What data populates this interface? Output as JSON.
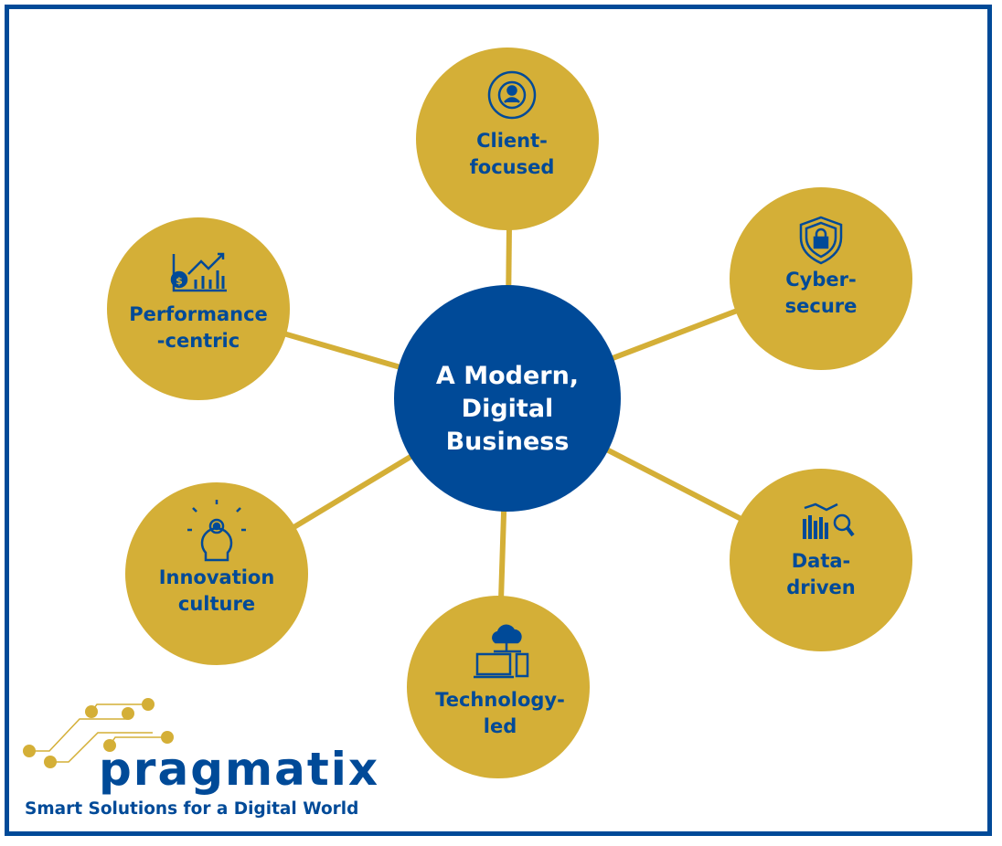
{
  "colors": {
    "gold": "#D4AF37",
    "blue": "#004A98"
  },
  "center": {
    "line1": "A Modern,",
    "line2": "Digital",
    "line3": "Business"
  },
  "nodes": [
    {
      "icon": "client-focus-icon",
      "line1": "Client-",
      "line2": "focused"
    },
    {
      "icon": "shield-lock-icon",
      "line1": "Cyber-",
      "line2": "secure"
    },
    {
      "icon": "data-analytics-icon",
      "line1": "Data-",
      "line2": "driven"
    },
    {
      "icon": "cloud-devices-icon",
      "line1": "Technology-",
      "line2": "led"
    },
    {
      "icon": "lightbulb-gear-icon",
      "line1": "Innovation",
      "line2": "culture"
    },
    {
      "icon": "growth-chart-icon",
      "line1": "Performance",
      "line2": "-centric"
    }
  ],
  "logo": {
    "name": "pragmatix",
    "tagline": "Smart Solutions for a Digital World"
  }
}
